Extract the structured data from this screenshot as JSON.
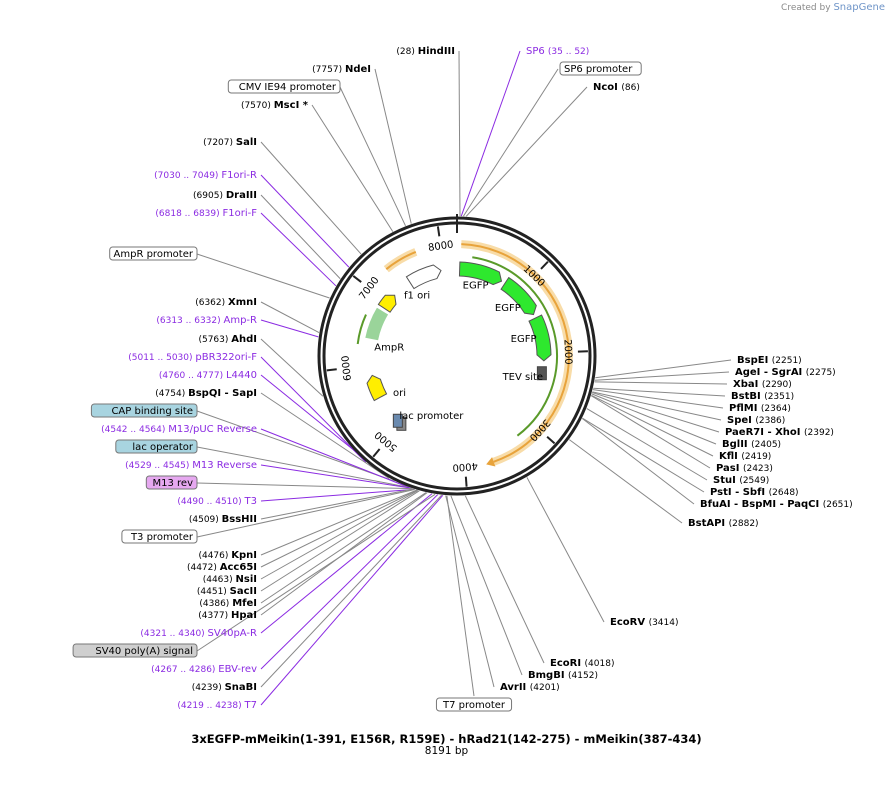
{
  "credit": {
    "prefix": "Created by",
    "brand": "SnapGene"
  },
  "title": "3xEGFP-mMeikin(1-391, E156R, R159E) - hRad21(142-275) - mMeikin(387-434)",
  "size": "8191 bp",
  "ticks": [
    "1000",
    "2000",
    "3000",
    "4000",
    "5000",
    "6000",
    "7000",
    "8000"
  ],
  "features": [
    "EGFP",
    "EGFP",
    "EGFP",
    "TEV site",
    "lac promoter",
    "ori",
    "AmpR",
    "f1 ori"
  ],
  "labels": {
    "top": [
      {
        "pos": "(28)",
        "name": "HindIII",
        "kind": "enz"
      },
      {
        "pos": "(7757)",
        "name": "NdeI",
        "kind": "enz"
      },
      {
        "name": "CMV IE94 promoter",
        "kind": "box"
      },
      {
        "pos": "(7570)",
        "name": "MscI *",
        "kind": "enz"
      },
      {
        "name": "SP6",
        "range": "(35 .. 52)",
        "kind": "primer"
      },
      {
        "name": "SP6 promoter",
        "kind": "box"
      },
      {
        "name": "NcoI",
        "pos": "(86)",
        "kind": "enz"
      }
    ],
    "left": [
      {
        "pos": "(7207)",
        "name": "SalI",
        "kind": "enz"
      },
      {
        "range": "(7030 .. 7049)",
        "name": "F1ori-R",
        "kind": "primer"
      },
      {
        "pos": "(6905)",
        "name": "DraIII",
        "kind": "enz"
      },
      {
        "range": "(6818 .. 6839)",
        "name": "F1ori-F",
        "kind": "primer"
      },
      {
        "name": "AmpR promoter",
        "kind": "box"
      },
      {
        "pos": "(6362)",
        "name": "XmnI",
        "kind": "enz"
      },
      {
        "range": "(6313 .. 6332)",
        "name": "Amp-R",
        "kind": "primer"
      },
      {
        "pos": "(5763)",
        "name": "AhdI",
        "kind": "enz"
      },
      {
        "range": "(5011 .. 5030)",
        "name": "pBR322ori-F",
        "kind": "primer"
      },
      {
        "range": "(4760 .. 4777)",
        "name": "L4440",
        "kind": "primer"
      },
      {
        "pos": "(4754)",
        "name": "BspQI",
        "alt": "SapI",
        "kind": "enz2"
      },
      {
        "name": "CAP binding site",
        "kind": "blue"
      },
      {
        "range": "(4542 .. 4564)",
        "name": "M13/pUC Reverse",
        "kind": "primer"
      },
      {
        "name": "lac operator",
        "kind": "blue"
      },
      {
        "range": "(4529 .. 4545)",
        "name": "M13 Reverse",
        "kind": "primer"
      },
      {
        "name": "M13 rev",
        "kind": "violet"
      },
      {
        "range": "(4490 .. 4510)",
        "name": "T3",
        "kind": "primer"
      },
      {
        "pos": "(4509)",
        "name": "BssHII",
        "kind": "enz"
      },
      {
        "name": "T3 promoter",
        "kind": "box"
      },
      {
        "pos": "(4476)",
        "name": "KpnI",
        "kind": "enz"
      },
      {
        "pos": "(4472)",
        "name": "Acc65I",
        "kind": "enz"
      },
      {
        "pos": "(4463)",
        "name": "NsiI",
        "kind": "enz"
      },
      {
        "pos": "(4451)",
        "name": "SacII",
        "kind": "enz"
      },
      {
        "pos": "(4386)",
        "name": "MfeI",
        "kind": "enz"
      },
      {
        "pos": "(4377)",
        "name": "HpaI",
        "kind": "enz"
      },
      {
        "range": "(4321 .. 4340)",
        "name": "SV40pA-R",
        "kind": "primer"
      },
      {
        "name": "SV40 poly(A) signal",
        "kind": "grey"
      },
      {
        "range": "(4267 .. 4286)",
        "name": "EBV-rev",
        "kind": "primer"
      },
      {
        "pos": "(4239)",
        "name": "SnaBI",
        "kind": "enz"
      },
      {
        "range": "(4219 .. 4238)",
        "name": "T7",
        "kind": "primer"
      }
    ],
    "bottom": [
      {
        "name": "T7 promoter",
        "kind": "box"
      },
      {
        "name": "AvrII",
        "pos": "(4201)",
        "kind": "enz"
      },
      {
        "name": "BmgBI",
        "pos": "(4152)",
        "kind": "enz"
      },
      {
        "name": "EcoRI",
        "pos": "(4018)",
        "kind": "enz"
      },
      {
        "name": "EcoRV",
        "pos": "(3414)",
        "kind": "enz"
      }
    ],
    "right": [
      {
        "name": "BspEI",
        "pos": "(2251)"
      },
      {
        "name": "AgeI",
        "alt": "SgrAI",
        "pos": "(2275)"
      },
      {
        "name": "XbaI",
        "pos": "(2290)"
      },
      {
        "name": "BstBI",
        "pos": "(2351)"
      },
      {
        "name": "PflMI",
        "pos": "(2364)"
      },
      {
        "name": "SpeI",
        "pos": "(2386)"
      },
      {
        "name": "PaeR7I",
        "alt": "XhoI",
        "pos": "(2392)"
      },
      {
        "name": "BglII",
        "pos": "(2405)"
      },
      {
        "name": "KflI",
        "pos": "(2419)"
      },
      {
        "name": "PasI",
        "pos": "(2423)"
      },
      {
        "name": "StuI",
        "pos": "(2549)"
      },
      {
        "name": "PstI",
        "alt": "SbfI",
        "pos": "(2648)"
      },
      {
        "name": "BfuAI",
        "alt": "BspMI",
        "alt2": "PaqCI",
        "pos": "(2651)"
      },
      {
        "name": "BstAPI",
        "pos": "(2882)"
      }
    ]
  },
  "colors": {
    "enzyme": "#000000",
    "primer": "#8b2be2",
    "egfp": "#2ee82e",
    "ampr": "#c8f5c8",
    "ori": "#ffee00",
    "orange": "#e8a33b",
    "green_line": "#5a9a2a",
    "blue_box": "#a8d4e0",
    "grey_box": "#cfcfcf",
    "violet_box": "#e6a8f0"
  }
}
